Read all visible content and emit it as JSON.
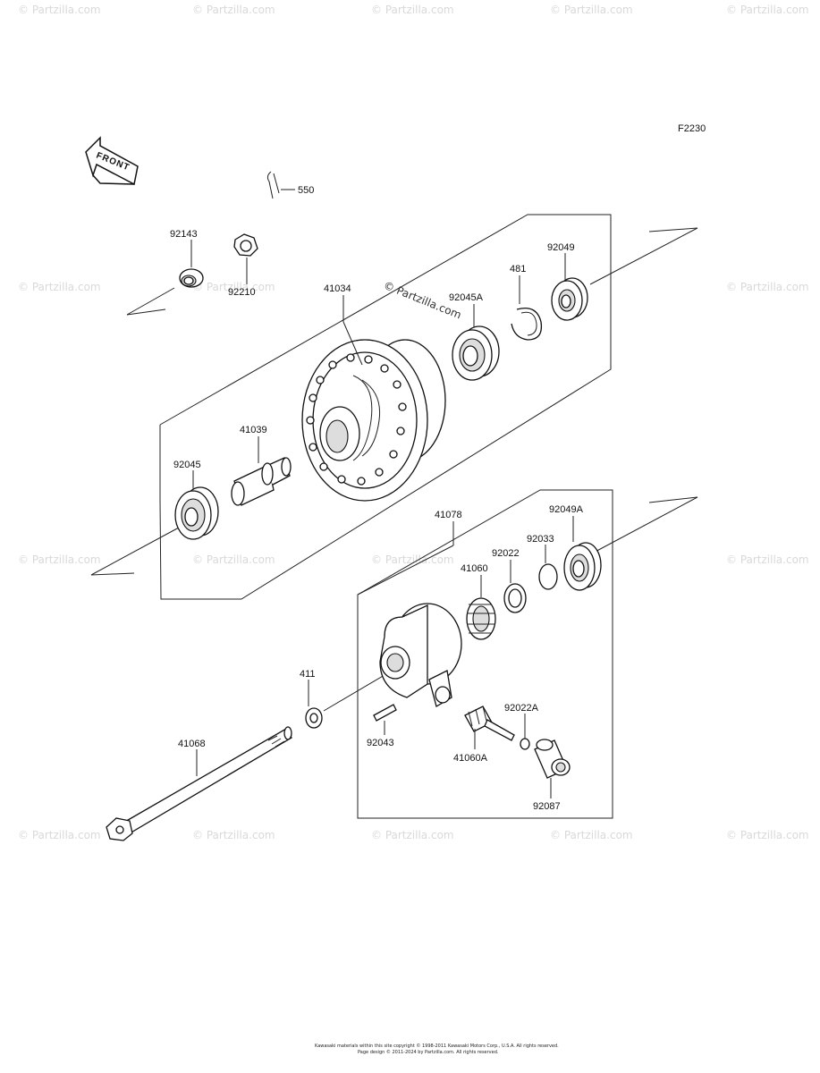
{
  "figure_code": "F2230",
  "front_label": "FRONT",
  "watermark": "© Partzilla.com",
  "parts": [
    {
      "id": "550"
    },
    {
      "id": "92143"
    },
    {
      "id": "92210"
    },
    {
      "id": "41034"
    },
    {
      "id": "92045A"
    },
    {
      "id": "481"
    },
    {
      "id": "92049"
    },
    {
      "id": "41039"
    },
    {
      "id": "92045"
    },
    {
      "id": "41078"
    },
    {
      "id": "92049A"
    },
    {
      "id": "92033"
    },
    {
      "id": "92022"
    },
    {
      "id": "41060"
    },
    {
      "id": "411"
    },
    {
      "id": "92043"
    },
    {
      "id": "92022A"
    },
    {
      "id": "41060A"
    },
    {
      "id": "92087"
    },
    {
      "id": "41068"
    }
  ],
  "copyright": [
    "Kawasaki materials within this site copyright © 1998-2011 Kawasaki Motors Corp., U.S.A. All rights reserved.",
    "Page design © 2011-2024 by Partzilla.com. All rights reserved."
  ]
}
